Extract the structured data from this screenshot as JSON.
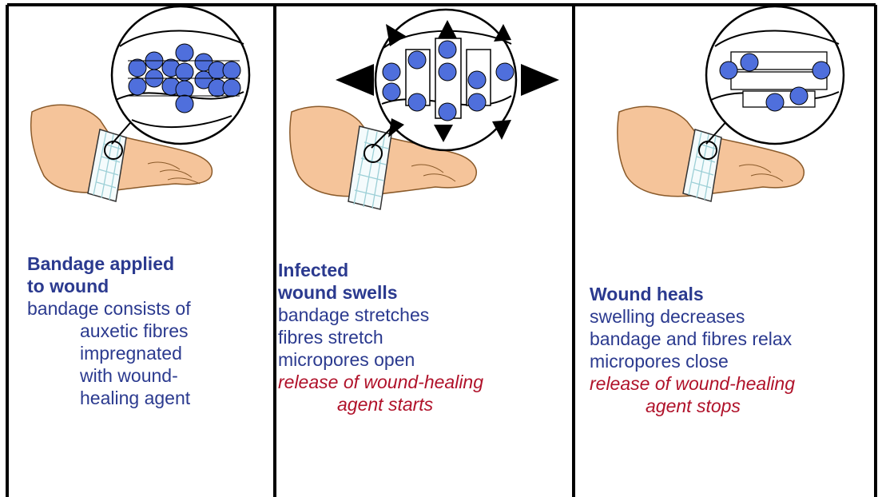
{
  "colors": {
    "title_blue": "#2b3a8f",
    "body_blue": "#2b3a8f",
    "italic_red": "#b0122a",
    "skin": "#f5c49a",
    "skin_outline": "#8a5a2a",
    "ball": "#4f6fdc",
    "bandage_grid": "#9ccfd6"
  },
  "panels": [
    {
      "title_lines": [
        "Bandage applied",
        "to wound"
      ],
      "body_lines": [
        "bandage consists of",
        "auxetic fibres",
        "impregnated",
        "with wound-",
        "healing agent"
      ],
      "italic_lines": []
    },
    {
      "title_lines": [
        "Infected",
        "wound swells"
      ],
      "body_lines": [
        "bandage stretches",
        "fibres stretch",
        "micropores open"
      ],
      "italic_lines": [
        "release of wound-healing",
        "agent starts"
      ]
    },
    {
      "title_lines": [
        "Wound heals"
      ],
      "body_lines": [
        "swelling decreases",
        "bandage and fibres relax",
        "micropores close"
      ],
      "italic_lines": [
        "release of wound-healing",
        "agent stops"
      ]
    }
  ]
}
